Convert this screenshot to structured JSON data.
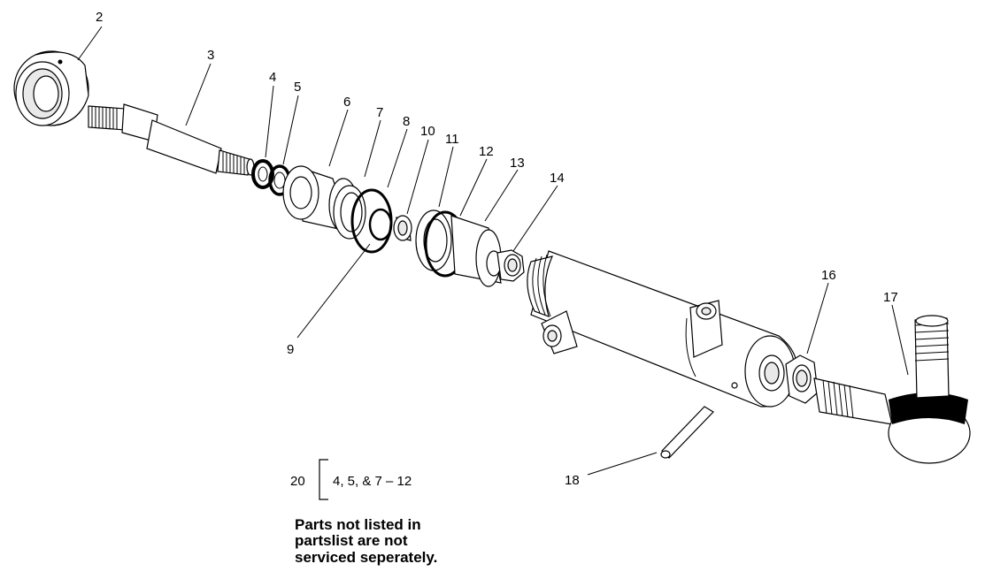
{
  "callouts": {
    "c2": "2",
    "c3": "3",
    "c4": "4",
    "c5": "5",
    "c6": "6",
    "c7": "7",
    "c8": "8",
    "c9": "9",
    "c10": "10",
    "c11": "11",
    "c12": "12",
    "c13": "13",
    "c14": "14",
    "c16": "16",
    "c17": "17",
    "c18": "18"
  },
  "kit": {
    "number": "20",
    "contents": "4, 5, & 7 – 12"
  },
  "note": {
    "line1": "Parts not listed in",
    "line2": "partslist are not",
    "line3": "serviced seperately."
  }
}
